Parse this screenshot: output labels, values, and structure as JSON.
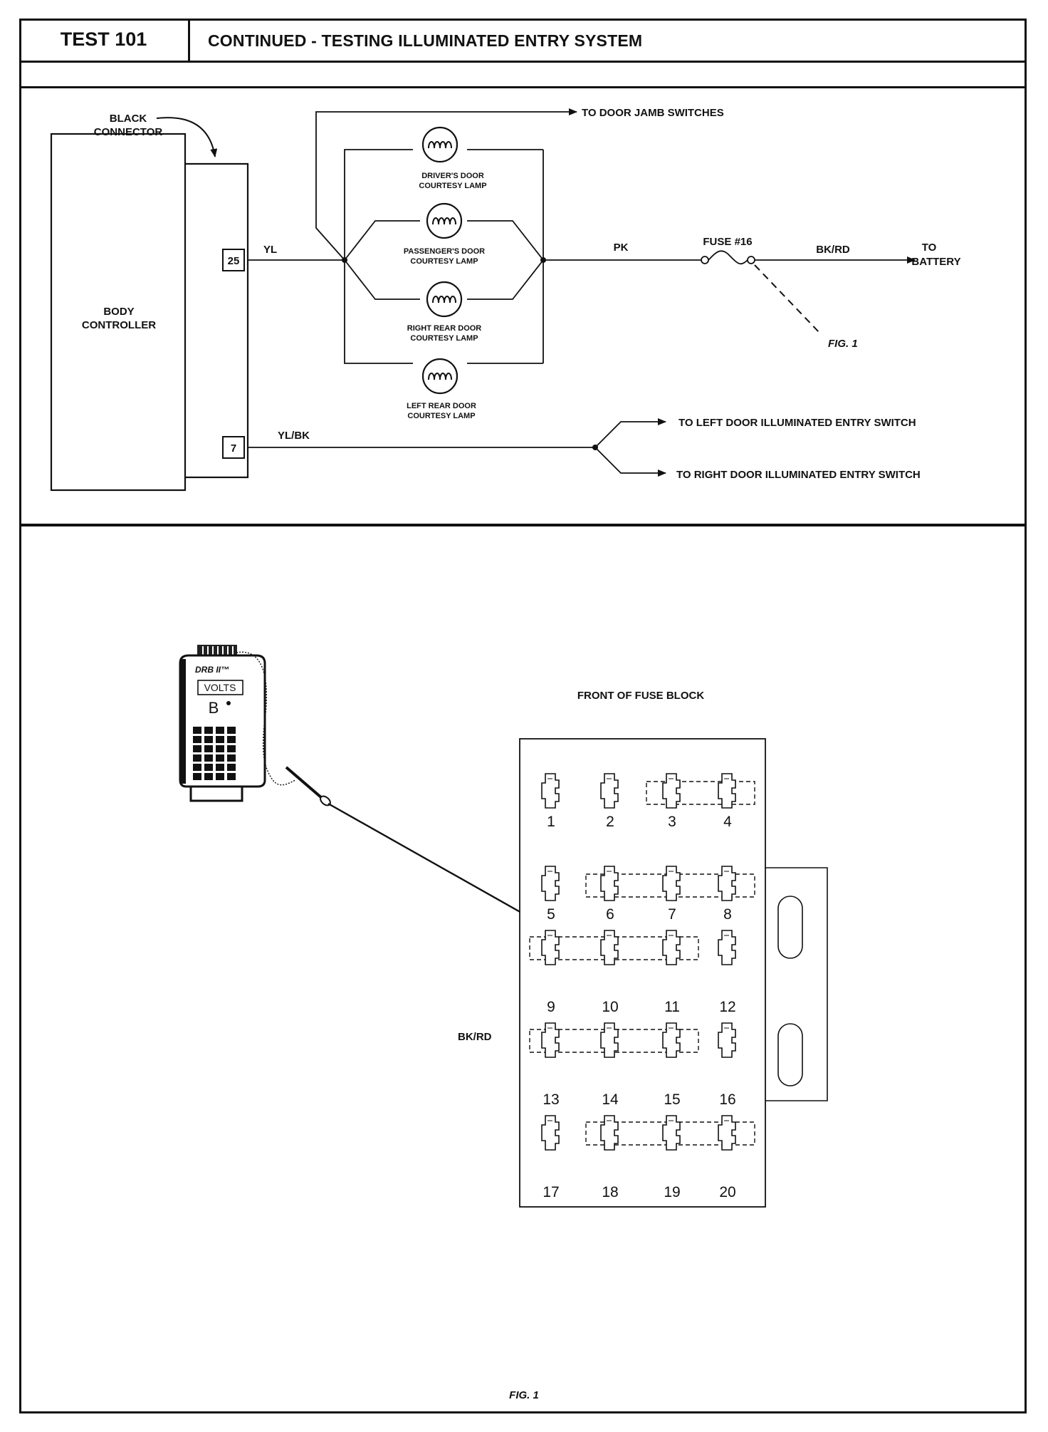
{
  "header": {
    "test_number": "TEST 101",
    "title": "CONTINUED - TESTING ILLUMINATED ENTRY SYSTEM"
  },
  "schematic": {
    "black_connector": [
      "BLACK",
      "CONNECTOR"
    ],
    "body_controller": [
      "BODY",
      "CONTROLLER"
    ],
    "pins": [
      "25",
      "7"
    ],
    "wires": {
      "yl": "YL",
      "pk": "PK",
      "bk_rd": "BK/RD",
      "yl_bk": "YL/BK"
    },
    "fuse_label": "FUSE #16",
    "to_battery": [
      "TO",
      "BATTERY"
    ],
    "to_door_jamb": "TO DOOR JAMB SWITCHES",
    "lamps": [
      [
        "DRIVER'S DOOR",
        "COURTESY LAMP"
      ],
      [
        "PASSENGER'S DOOR",
        "COURTESY LAMP"
      ],
      [
        "RIGHT REAR DOOR",
        "COURTESY LAMP"
      ],
      [
        "LEFT REAR DOOR",
        "COURTESY LAMP"
      ]
    ],
    "fig_ref": "FIG. 1",
    "to_left_switch": "TO LEFT DOOR ILLUMINATED ENTRY SWITCH",
    "to_right_switch": "TO RIGHT DOOR ILLUMINATED ENTRY SWITCH"
  },
  "figure": {
    "tool_brand": "DRB II™",
    "tool_display_label": "VOLTS",
    "tool_reading": "B",
    "fuse_block_title": "FRONT OF FUSE BLOCK",
    "fuse_numbers": [
      "1",
      "2",
      "3",
      "4",
      "5",
      "6",
      "7",
      "8",
      "9",
      "10",
      "11",
      "12",
      "13",
      "14",
      "15",
      "16",
      "17",
      "18",
      "19",
      "20"
    ],
    "probe_wire_label": "BK/RD",
    "caption": "FIG. 1"
  }
}
